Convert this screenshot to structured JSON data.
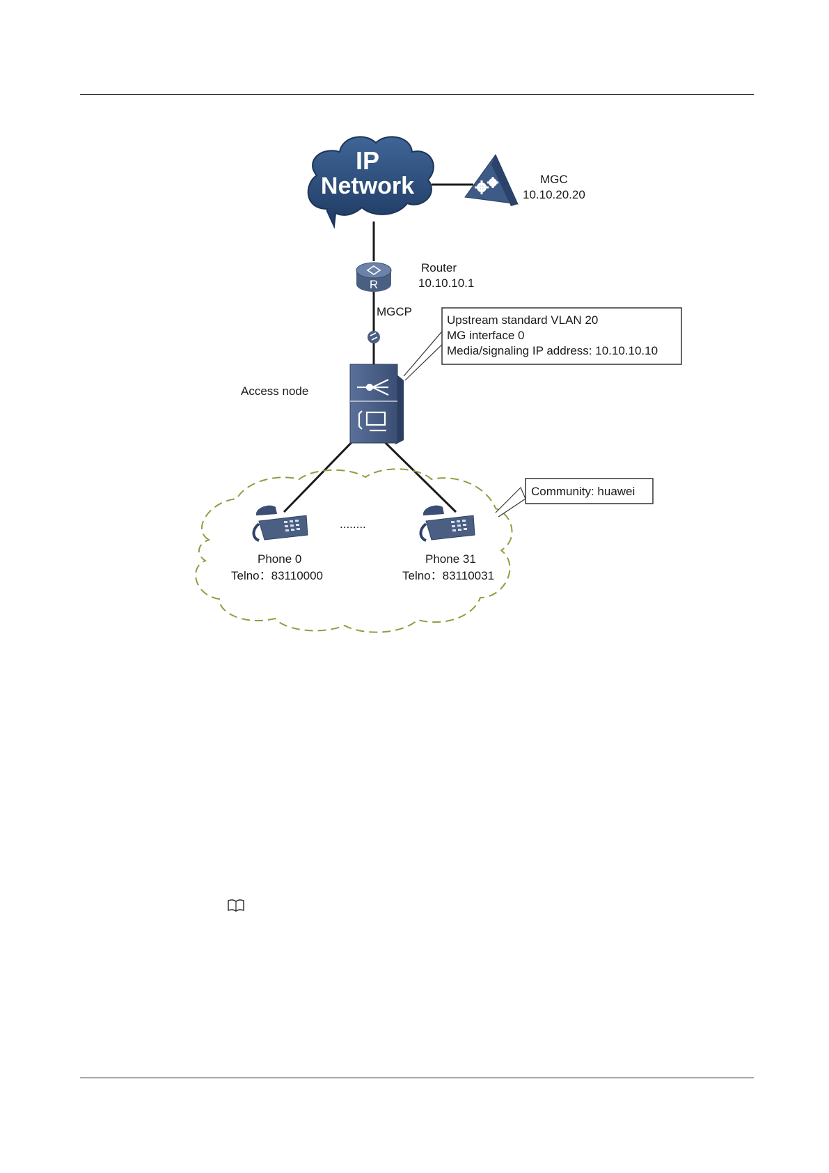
{
  "diagram": {
    "cloud": {
      "line1": "IP",
      "line2": "Network"
    },
    "mgc": {
      "name": "MGC",
      "ip": "10.10.20.20"
    },
    "router": {
      "name": "Router",
      "ip": "10.10.10.1",
      "icon_letter": "R"
    },
    "link_label": "MGCP",
    "access_node": {
      "label": "Access node"
    },
    "callout_config": {
      "line1": "Upstream standard VLAN 20",
      "line2": "MG interface 0",
      "line3": "Media/signaling IP address: 10.10.10.10"
    },
    "community": {
      "label": "Community: huawei"
    },
    "phones": [
      {
        "name": "Phone 0",
        "telno": "Telno：83110000"
      },
      {
        "name": "Phone 31",
        "telno": "Telno：83110031"
      }
    ],
    "ellipsis": "........",
    "colors": {
      "device": "#4a5f82",
      "device_dark": "#34466a",
      "cloud": "#2f4d78",
      "community_dash": "#8aa040"
    }
  },
  "note_icon": "book-note-icon"
}
